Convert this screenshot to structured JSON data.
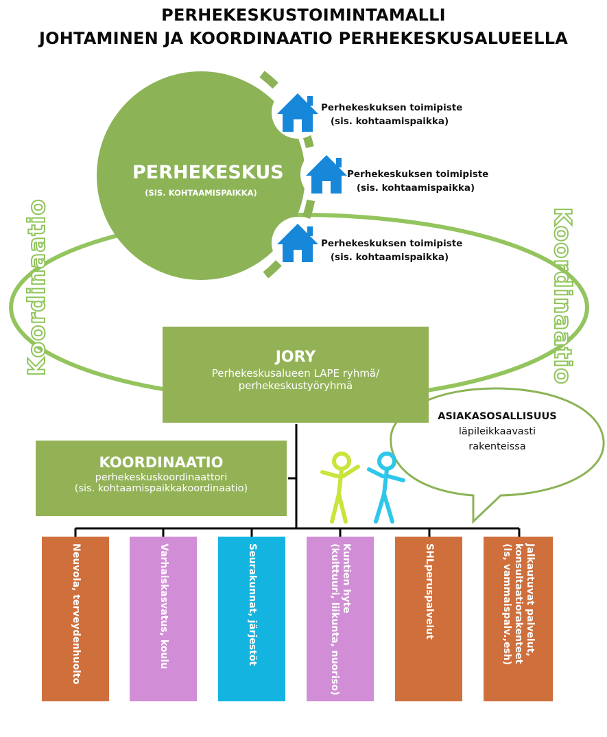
{
  "title": {
    "line1": "PERHEKESKUSTOIMINTAMALLI",
    "line2": "JOHTAMINEN JA KOORDINAATIO PERHEKESKUSALUEELLA"
  },
  "perhekeskus": {
    "title": "PERHEKESKUS",
    "subtitle": "(SIS. KOHTAAMISPAIKKA)"
  },
  "toimipisteet": [
    {
      "line1": "Perhekeskuksen toimipiste",
      "line2": "(sis. kohtaamispaikka)",
      "icon": "house-icon"
    },
    {
      "line1": "Perhekeskuksen toimipiste",
      "line2": "(sis. kohtaamispaikka)",
      "icon": "house-icon"
    },
    {
      "line1": "Perhekeskuksen toimipiste",
      "line2": "(sis. kohtaamispaikka)",
      "icon": "house-icon"
    }
  ],
  "side_labels": {
    "left": "Koordinaatio",
    "right": "Koordinaatio"
  },
  "jory": {
    "title": "JORY",
    "line1": "Perhekeskusalueen LAPE ryhmä/",
    "line2": "perhekeskustyöryhmä"
  },
  "asiakasosallisuus": {
    "line1": "ASIAKASOSALLISUUS",
    "line2": "läpileikkaavasti",
    "line3": "rakenteissa"
  },
  "koordinaatio": {
    "title": "KOORDINAATIO",
    "line1": "perhekeskuskoordinaattori",
    "line2": "(sis. kohtaamispaikkakoordinaatio)"
  },
  "columns": [
    {
      "line1": "Neuvola, terveydenhuolto",
      "line2": "",
      "line3": "",
      "color": "#cf6f3b"
    },
    {
      "line1": "Varhaiskasvatus, koulu",
      "line2": "",
      "line3": "",
      "color": "#d18ed6"
    },
    {
      "line1": "Seurakunnat, järjestöt",
      "line2": "",
      "line3": "",
      "color": "#14b4e1"
    },
    {
      "line1": "Kuntien hyte",
      "line2": "(kulttuuri, liikunta, nuoriso)",
      "line3": "",
      "color": "#d18ed6"
    },
    {
      "line1": "SHLperuspalvelut",
      "line2": "",
      "line3": "",
      "color": "#cf6f3b"
    },
    {
      "line1": "Jalkautuvat palvelut,",
      "line2": "konsultaatiorakenteet",
      "line3": "(ls, vammaispalv.,esh)",
      "color": "#cf6f3b"
    }
  ],
  "colors": {
    "green_fill": "#8cb356",
    "green_line": "#8fc45a",
    "house_blue": "#1787d9",
    "figure_yellow": "#c9e43a",
    "figure_cyan": "#2ec7ea"
  }
}
